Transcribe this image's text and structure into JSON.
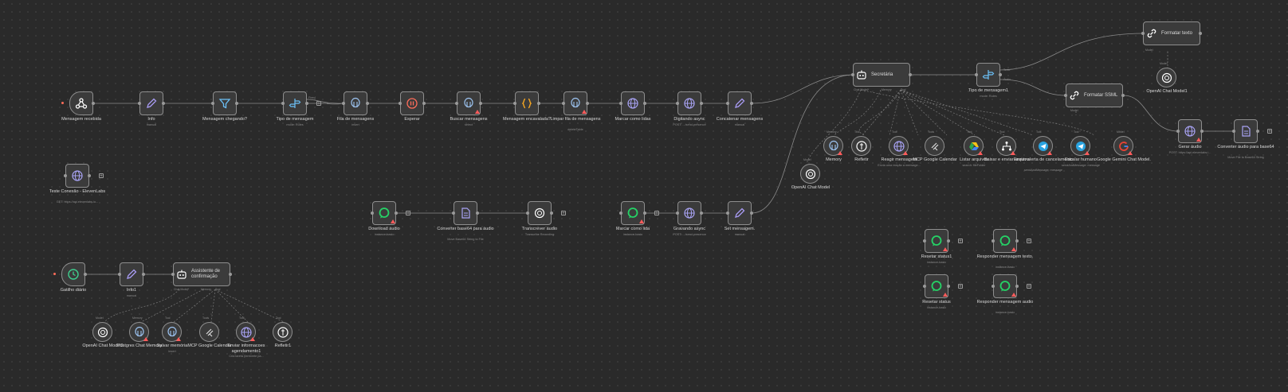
{
  "nodes": [
    {
      "id": "trigger",
      "label": "Mensagem recebida",
      "sub": "",
      "icon": "webhook"
    },
    {
      "id": "info",
      "label": "Info",
      "sub": "manual",
      "icon": "pencil"
    },
    {
      "id": "filter",
      "label": "Mensagem chegando?",
      "sub": "",
      "icon": "filter"
    },
    {
      "id": "tipo",
      "label": "Tipo de mensagem",
      "sub": "mode: Rules",
      "icon": "switch"
    },
    {
      "id": "fila",
      "label": "Fila de mensagens",
      "sub": "insert",
      "icon": "postgres"
    },
    {
      "id": "esperar",
      "label": "Esperar",
      "sub": "",
      "icon": "pause"
    },
    {
      "id": "buscar",
      "label": "Buscar mensagens",
      "sub": "select",
      "icon": "postgres"
    },
    {
      "id": "encavalada",
      "label": "Mensagem encavalada?",
      "sub": "",
      "icon": "braces"
    },
    {
      "id": "limpar",
      "label": "Limpar fila de mensagens",
      "sub": "deleteTable",
      "icon": "postgres"
    },
    {
      "id": "marcar",
      "label": "Marcar como lidas",
      "sub": "",
      "icon": "globe"
    },
    {
      "id": "digitando",
      "label": "Digitando async",
      "sub": "POST: .../send-presence",
      "icon": "globe"
    },
    {
      "id": "concat",
      "label": "Concatenar mensagens",
      "sub": "manual",
      "icon": "pencil"
    },
    {
      "id": "teste",
      "label": "Teste Conexão - ElevenLabs",
      "sub": "GET: https://api.elevenlabs.io...",
      "icon": "globe"
    },
    {
      "id": "download",
      "label": "Download áudio",
      "sub": "instance-basic",
      "icon": "chat"
    },
    {
      "id": "conv64",
      "label": "Converter base64 para áudio",
      "sub": "Move Base64 String to File",
      "icon": "file"
    },
    {
      "id": "transcrever",
      "label": "Transcrever áudio",
      "sub": "Transcribe Recording",
      "icon": "openai"
    },
    {
      "id": "marcar2",
      "label": "Marcar como lida",
      "sub": "instance-basic",
      "icon": "chat"
    },
    {
      "id": "gravando",
      "label": "Gravando async",
      "sub": "POST: .../send-presence",
      "icon": "globe"
    },
    {
      "id": "setmsg",
      "label": "Set mensagem.",
      "sub": "manual",
      "icon": "pencil"
    },
    {
      "id": "gatilho",
      "label": "Gatilho diário",
      "sub": "",
      "icon": "clock"
    },
    {
      "id": "info1",
      "label": "Info1",
      "sub": "manual",
      "icon": "pencil"
    },
    {
      "id": "tipo1",
      "label": "Tipo de mensagem1",
      "sub": "mode: Rules",
      "icon": "switch"
    },
    {
      "id": "gerar",
      "label": "Gerar áudio",
      "sub": "POST: https://api.elevenlabs.i...",
      "icon": "globe"
    },
    {
      "id": "convaudio",
      "label": "Converter áudio para base64",
      "sub": "Move File to Base64 String",
      "icon": "file"
    },
    {
      "id": "reset1",
      "label": "Resetar status1",
      "sub": "instance-basic",
      "icon": "chat"
    },
    {
      "id": "reset",
      "label": "Resetar status",
      "sub": "instance-basic",
      "icon": "chat"
    },
    {
      "id": "resptexto",
      "label": "Responder mensagem texto.",
      "sub": "instance-basic",
      "icon": "chat"
    },
    {
      "id": "respaudio",
      "label": "Responder mensagem audio",
      "sub": "instance-basic",
      "icon": "chat"
    }
  ],
  "wide": [
    {
      "id": "secretaria",
      "label": "Secretária",
      "icon": "robot"
    },
    {
      "id": "formtexto",
      "label": "Formatar texto",
      "icon": "link"
    },
    {
      "id": "formssml",
      "label": "Formatar SSML",
      "icon": "link"
    },
    {
      "id": "assistente",
      "label": "Assistente de confirmação",
      "icon": "robot"
    }
  ],
  "subs": [
    {
      "id": "memory",
      "label": "Memory",
      "sub": "",
      "tag": "Memory",
      "icon": "postgres"
    },
    {
      "id": "refletir",
      "label": "Refletir",
      "sub": "",
      "tag": "Tool",
      "icon": "think"
    },
    {
      "id": "reagir",
      "label": "Reagir mensagem",
      "sub": "Envia uma reação a mensage...",
      "tag": "Tool",
      "icon": "globe"
    },
    {
      "id": "mcp",
      "label": "MCP Google Calendar",
      "sub": "",
      "tag": "Tools",
      "icon": "mcp"
    },
    {
      "id": "listar",
      "label": "Listar arquivos",
      "sub": "search: fileFolder",
      "tag": "Tool",
      "icon": "drive"
    },
    {
      "id": "baixar",
      "label": "Baixar e enviar arquivo",
      "sub": "",
      "tag": "Tool",
      "icon": "tree"
    },
    {
      "id": "alerta",
      "label": "Enviar alerta de cancelamento",
      "sub": "sendAndMessage: message",
      "tag": "Tool",
      "icon": "telegram"
    },
    {
      "id": "escalar",
      "label": "Escalar humano",
      "sub": "sendAndMessage: message",
      "tag": "Tool",
      "icon": "telegram"
    },
    {
      "id": "gemini",
      "label": "Google Gemini Chat Model.",
      "sub": "",
      "tag": "Model",
      "icon": "google"
    },
    {
      "id": "openai",
      "label": "OpenAI Chat Model",
      "sub": "",
      "tag": "Model",
      "icon": "openai"
    },
    {
      "id": "openai1",
      "label": "OpenAI Chat Model1",
      "sub": "",
      "tag": "Model",
      "icon": "openai"
    },
    {
      "id": "openai2",
      "label": "OpenAI Chat Model2",
      "sub": "",
      "tag": "Model",
      "icon": "openai"
    },
    {
      "id": "pgmem",
      "label": "Postgres Chat Memory",
      "sub": "",
      "tag": "Memory",
      "icon": "postgres"
    },
    {
      "id": "salvar",
      "label": "Salvar memória",
      "sub": "insert",
      "tag": "Tool",
      "icon": "postgres"
    },
    {
      "id": "mcp2",
      "label": "MCP Google Calendar",
      "sub": "",
      "tag": "Tools",
      "icon": "mcp"
    },
    {
      "id": "enviarinfo",
      "label": "Enviar informacoes agendamento1",
      "sub": "Cria tarefa (lembrete pa...",
      "tag": "Tool",
      "icon": "globe"
    },
    {
      "id": "refletir1",
      "label": "Refletir1",
      "sub": "",
      "tag": "Tool",
      "icon": "think"
    }
  ],
  "port_labels": {
    "chat_model": "Chat Model*",
    "memory": "Memory",
    "tool": "Tool",
    "model": "Model",
    "fixed": "Fixed",
    "texto": "Texto",
    "audio": "Áudio"
  }
}
